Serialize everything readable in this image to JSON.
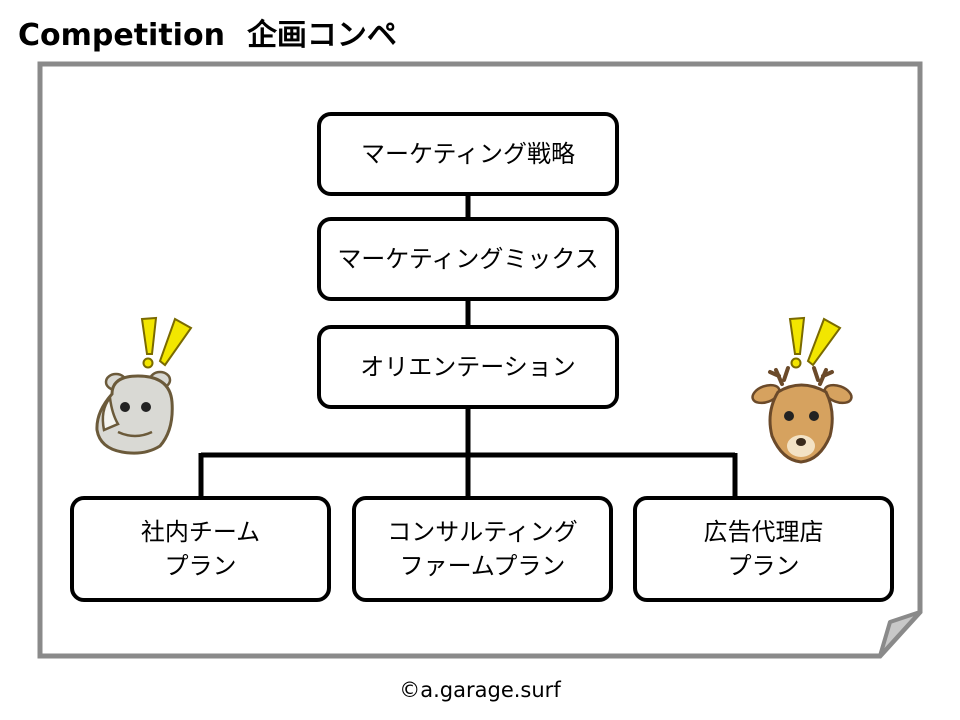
{
  "header": {
    "title_en": "Competition",
    "title_ja": "企画コンペ"
  },
  "hierarchy": {
    "top": [
      "マーケティング戦略"
    ],
    "second": [
      "マーケティングミックス"
    ],
    "third": [
      "オリエンテーション"
    ],
    "branches": [
      [
        "社内チーム",
        "プラン"
      ],
      [
        "コンサルティング",
        "ファームプラン"
      ],
      [
        "広告代理店",
        "プラン"
      ]
    ]
  },
  "illustrations": {
    "left": "rhino-icon",
    "right": "deer-icon",
    "alert": "exclamation-icon"
  },
  "colors": {
    "frame_border": "#8a8a8a",
    "alert_yellow": "#f2e600",
    "rhino_fill": "#d9d9d4",
    "deer_fill": "#d6a25f"
  },
  "footer": {
    "copyright": "©a.garage.surf"
  }
}
